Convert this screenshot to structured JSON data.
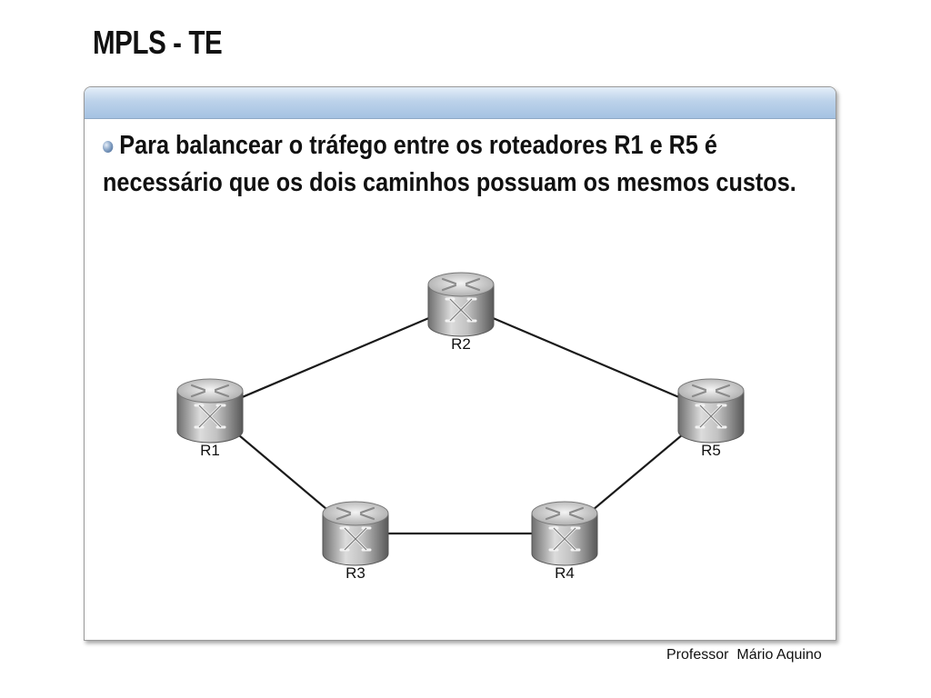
{
  "slide": {
    "title": "MPLS - TE",
    "bullet": "Para balancear o tráfego entre os roteadores R1 e R5 é necessário que os dois caminhos possuam os mesmos custos.",
    "footer": "Professor  Mário Aquino"
  },
  "diagram": {
    "nodes": [
      {
        "id": "R1",
        "label": "R1",
        "icon": "router-icon"
      },
      {
        "id": "R2",
        "label": "R2",
        "icon": "router-icon"
      },
      {
        "id": "R3",
        "label": "R3",
        "icon": "router-icon"
      },
      {
        "id": "R4",
        "label": "R4",
        "icon": "router-icon"
      },
      {
        "id": "R5",
        "label": "R5",
        "icon": "router-icon"
      }
    ],
    "links": [
      {
        "from": "R1",
        "to": "R2"
      },
      {
        "from": "R2",
        "to": "R5"
      },
      {
        "from": "R1",
        "to": "R3"
      },
      {
        "from": "R3",
        "to": "R4"
      },
      {
        "from": "R4",
        "to": "R5"
      }
    ]
  }
}
